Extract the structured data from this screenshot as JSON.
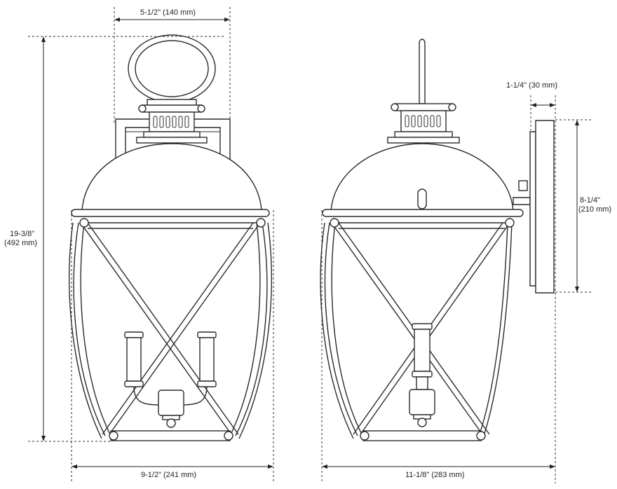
{
  "dimensions": {
    "top_width": "5-1/2\" (140 mm)",
    "height_imperial": "19-3/8\"",
    "height_metric": "(492 mm)",
    "bottom_width": "9-1/2\" (241 mm)",
    "depth": "11-1/8\" (283 mm)",
    "backplate_depth": "1-1/4\" (30 mm)",
    "backplate_height_imperial": "8-1/4\"",
    "backplate_height_metric": "(210 mm)"
  },
  "views": [
    "front-view",
    "side-view"
  ]
}
